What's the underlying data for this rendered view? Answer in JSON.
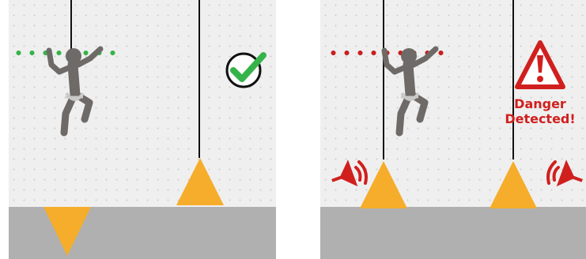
{
  "panels": [
    {
      "id": "left",
      "status": "safe",
      "icon": "check-icon",
      "laser_color": "#35b34a",
      "anchors": [
        "anchor-up",
        "anchor-down"
      ]
    },
    {
      "id": "right",
      "status": "danger",
      "icon": "warning-triangle-icon",
      "laser_color": "#c8201f",
      "warning": {
        "line1": "Danger",
        "line2": "Detected!"
      },
      "alarm_icons": [
        "speaker-alarm-icon",
        "speaker-alarm-icon"
      ],
      "anchors": [
        "anchor-up",
        "anchor-up"
      ]
    }
  ],
  "colors": {
    "anchor": "#f5ad2b",
    "safe": "#35b34a",
    "danger": "#d0201e",
    "climber": "#6e6a67",
    "harness": "#c9c9c9",
    "floor": "#b0b0b0",
    "background": "#efefef"
  }
}
